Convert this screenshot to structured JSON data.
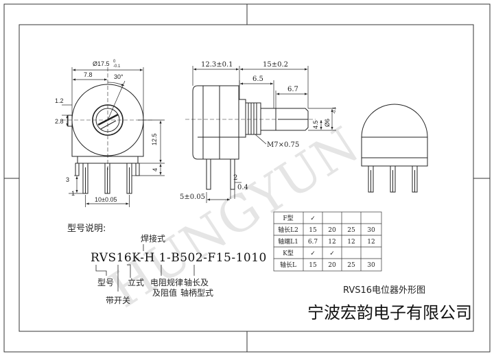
{
  "front_view": {
    "dia_label": "Ø17.5",
    "dia_tol_top": "0",
    "dia_tol_bottom": "-0.1",
    "offset_label": "7.8",
    "angle_label": "30°",
    "notch_label": "1.2",
    "flat_label": "2.8",
    "height_label": "12.5",
    "pin_len_label": "4",
    "pin_stub_label": "3",
    "pin_width_label": "1",
    "pitch_label": "10±0.05"
  },
  "side_view": {
    "body_len_label": "12.3±0.1",
    "shaft_len_label": "15±0.2",
    "bush_len_label": "6.5",
    "flat_len_label": "6.7",
    "thread_label": "M7×0.75",
    "flat_depth_label": "4.5",
    "shaft_dia_label": "Ø6",
    "shaft_dia_tol": "-0.1",
    "pin_label_2": "2",
    "pin_label_04": "0.4",
    "pin_label_5": "5±0.05"
  },
  "model_desc": {
    "heading": "型号说明:",
    "solder_label": "焊接式",
    "code": "RVS16K-H 1-B502-F15-1010",
    "type_label": "型号",
    "switch_label": "带开关",
    "vertical_label": "立式",
    "taper_label_1": "电阻规律",
    "taper_label_2": "及阻值",
    "shaft_label_1": "轴长及",
    "shaft_label_2": "轴柄型式"
  },
  "spec_table": {
    "rows": [
      {
        "label": "F型",
        "cells": [
          "✓",
          "",
          "",
          ""
        ]
      },
      {
        "label": "轴长L2",
        "cells": [
          "15",
          "20",
          "25",
          "30"
        ]
      },
      {
        "label": "轴端L1",
        "cells": [
          "6.7",
          "12",
          "12",
          "12"
        ]
      },
      {
        "label": "K型",
        "cells": [
          "✓",
          "✓",
          "",
          ""
        ]
      },
      {
        "label": "轴长L",
        "cells": [
          "15",
          "20",
          "25",
          "30"
        ]
      }
    ]
  },
  "title_block": {
    "drawing_title": "RVS16电位器外形图",
    "company": "宁波宏韵电子有限公司"
  },
  "watermark": "HUNGYUN"
}
